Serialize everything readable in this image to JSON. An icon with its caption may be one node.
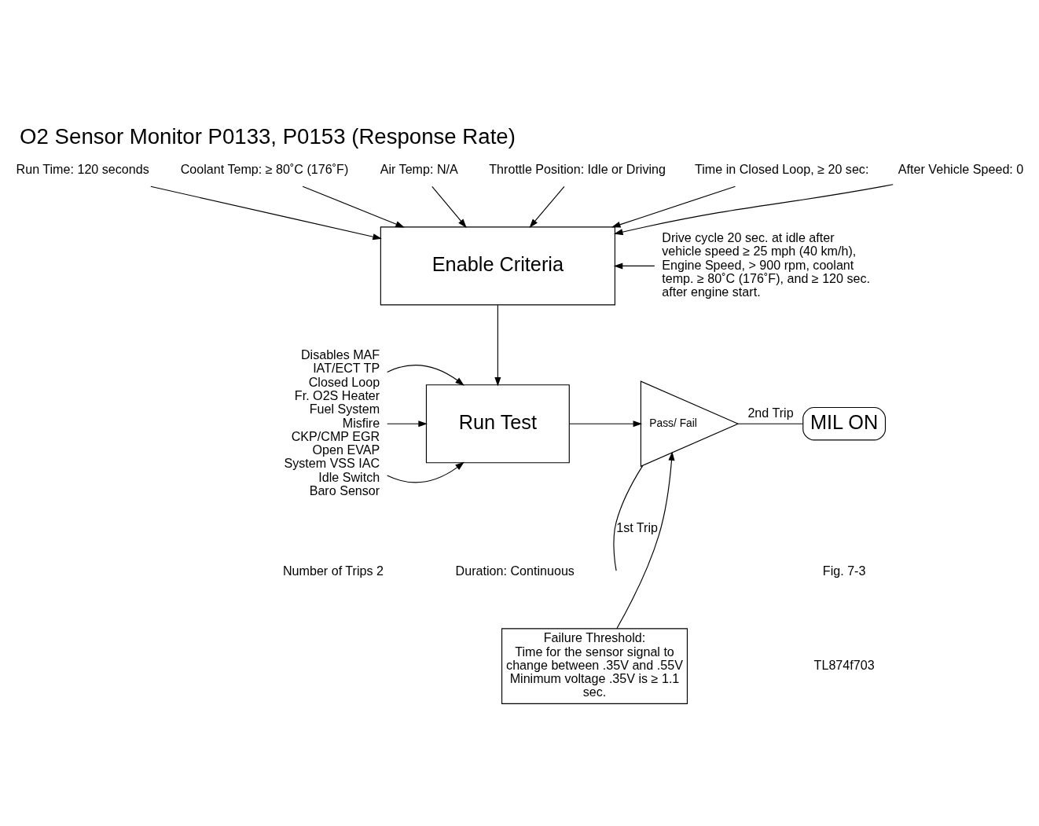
{
  "diagram": {
    "title": "O2 Sensor Monitor P0133, P0153 (Response Rate)",
    "nodes": [
      {
        "text": [
          "Run Time: 120 seconds"
        ]
      },
      {
        "text": [
          "Coolant Temp: ≥ 80˚C (176˚F)"
        ]
      },
      {
        "text": [
          "Air Temp: N/A"
        ]
      },
      {
        "text": [
          "Throttle Position: Idle or Driving"
        ]
      },
      {
        "text": [
          "Time in Closed Loop, ≥ 20 sec:"
        ]
      },
      {
        "text": [
          "After Vehicle Speed: 0"
        ]
      },
      {
        "text": [
          "Enable Criteria"
        ]
      },
      {
        "text": [
          "Drive cycle 20 sec. at idle after vehicle speed ≥ 25 mph (40 km/h), Engine Speed, > 900 rpm, coolant temp. ≥ 80˚C (176˚F), and ≥ 120 sec. after engine start."
        ]
      },
      {
        "text": [
          "Disables MAF IAT/ECT TP Closed Loop Fr. O2S Heater Fuel System Misfire CKP/CMP EGR Open EVAP System VSS IAC Idle Switch Baro Sensor"
        ]
      },
      {
        "text": [
          "Run Test"
        ]
      },
      {
        "text": [
          "Failure Threshold:",
          "Time for the sensor signal to change between .35V and .55V Minimum voltage .35V is ≥ 1.1 sec."
        ]
      },
      {
        "text": [
          "Pass/ Fail"
        ]
      },
      {
        "text": [
          "MIL ON"
        ]
      }
    ],
    "edges": [
      {
        "from": 0,
        "to": 6,
        "arrow": "to"
      },
      {
        "from": 1,
        "to": 6,
        "arrow": "to"
      },
      {
        "from": 2,
        "to": 6,
        "arrow": "to"
      },
      {
        "from": 3,
        "to": 6,
        "arrow": "to"
      },
      {
        "from": 4,
        "to": 6,
        "arrow": "to"
      },
      {
        "from": 5,
        "to": 6,
        "arrow": "to"
      },
      {
        "from": 7,
        "to": 6,
        "arrow": "to"
      },
      {
        "from": 6,
        "to": 9,
        "arrow": "to"
      },
      {
        "from": 8,
        "to": 9,
        "arrow": "to"
      },
      {
        "from": 8,
        "to": 9,
        "arrow": "to"
      },
      {
        "from": 8,
        "to": 9,
        "arrow": "to"
      },
      {
        "from": 9,
        "to": 11,
        "arrow": "to"
      },
      {
        "from": 10,
        "to": 11,
        "arrow": "to"
      },
      {
        "from": 11,
        "to": null,
        "label": "1st Trip",
        "arrow": "none"
      },
      {
        "from": 11,
        "to": 12,
        "label": "2nd Trip",
        "arrow": "none"
      }
    ],
    "labels": [
      "Duration: Continuous",
      "Number of Trips 2",
      "Fig. 7-3",
      "TL874f703"
    ]
  }
}
